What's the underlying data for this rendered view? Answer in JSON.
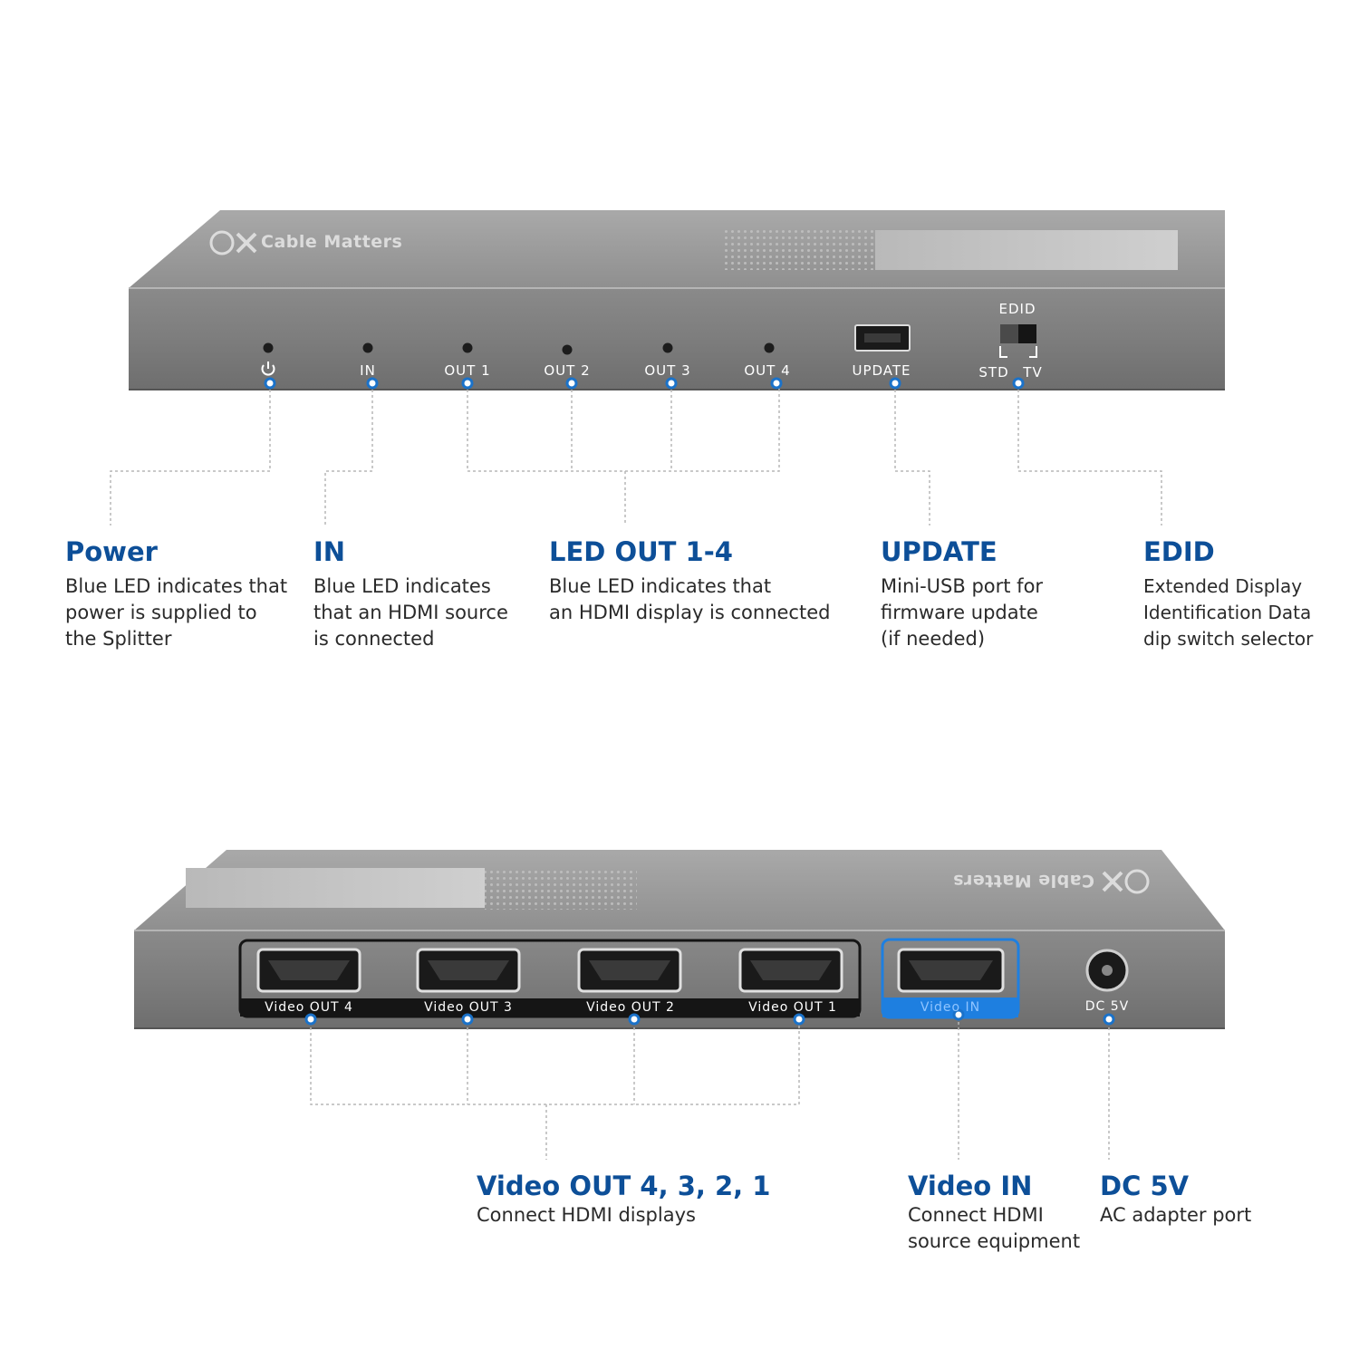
{
  "top_device": {
    "brand": "Cable Matters",
    "indicators": {
      "power": "",
      "in": "IN",
      "out1": "OUT 1",
      "out2": "OUT 2",
      "out3": "OUT 3",
      "out4": "OUT 4",
      "update": "UPDATE"
    },
    "edid_switch": {
      "title": "EDID",
      "left": "STD",
      "right": "TV"
    }
  },
  "top_callouts": [
    {
      "title": "Power",
      "desc": "Blue LED indicates that\npower is supplied to\nthe Splitter"
    },
    {
      "title": "IN",
      "desc": "Blue LED indicates\nthat an HDMI source\nis connected"
    },
    {
      "title": "LED OUT 1-4",
      "desc": "Blue LED indicates that\nan HDMI display is connected"
    },
    {
      "title": "UPDATE",
      "desc": "Mini-USB port for\nfirmware update\n(if needed)"
    },
    {
      "title": "EDID",
      "desc": "Extended Display\nIdentification Data\ndip switch selector"
    }
  ],
  "bottom_device": {
    "brand": "Cable Matters",
    "ports": {
      "out4": "Video OUT 4",
      "out3": "Video OUT 3",
      "out2": "Video OUT 2",
      "out1": "Video OUT 1",
      "in": "Video IN",
      "dc": "DC 5V"
    }
  },
  "bottom_callouts": [
    {
      "title": "Video OUT 4, 3, 2, 1",
      "desc": "Connect HDMI displays"
    },
    {
      "title": "Video IN",
      "desc": "Connect HDMI\nsource equipment"
    },
    {
      "title": "DC 5V",
      "desc": "AC adapter port"
    }
  ],
  "colors": {
    "accent": "#0d4f98",
    "highlight": "#1e7fe0",
    "device_body": "#8c8c8c",
    "marker": "#1b72c9"
  }
}
